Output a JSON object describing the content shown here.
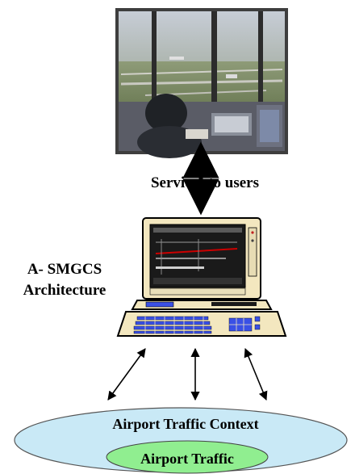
{
  "labels": {
    "services_to_users": "Services to users",
    "architecture_line1": "A- SMGCS",
    "architecture_line2": "Architecture",
    "outer_ellipse": "Airport Traffic Context",
    "inner_ellipse": "Airport Traffic"
  },
  "colors": {
    "outer_ellipse_fill": "#c9e9f6",
    "inner_ellipse_fill": "#90ee90",
    "screen_bg": "#1a1a1a",
    "monitor_bezel": "#f3e7bf",
    "keyboard_key_blue": "#3a50e6",
    "arrow": "#000000"
  },
  "icons": {
    "photo": "control-tower-photo",
    "computer": "workstation-computer-icon"
  }
}
